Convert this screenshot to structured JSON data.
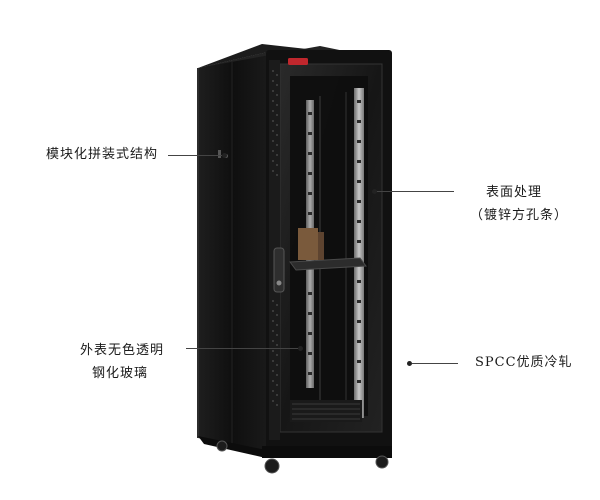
{
  "annotations": {
    "modular": "模块化拼装式结构",
    "surface_line1": "表面处理",
    "surface_line2": "（镀锌方孔条）",
    "glass_line1": "外表无色透明",
    "glass_line2": "钢化玻璃",
    "material": "SPCC优质冷轧"
  },
  "colors": {
    "cabinet_body": "#141414",
    "cabinet_edge": "#2a2a2a",
    "rail": "#9a9a9a",
    "logo_badge": "#c0272d"
  }
}
